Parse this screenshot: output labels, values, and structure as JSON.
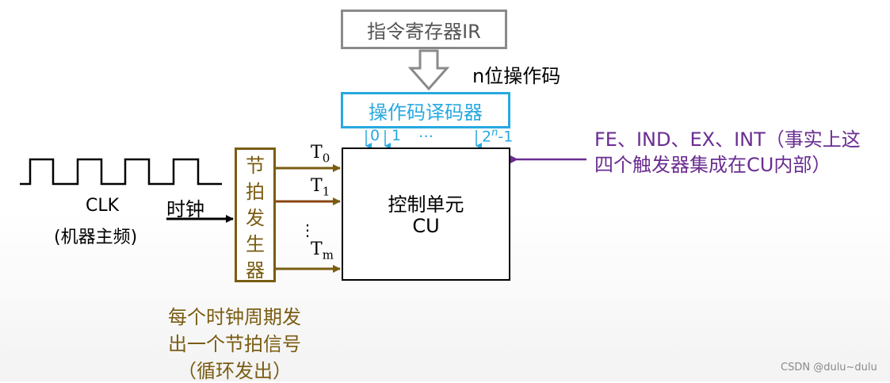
{
  "ir": {
    "label": "指令寄存器IR"
  },
  "opcode": {
    "label": "n位操作码"
  },
  "decoder": {
    "label": "操作码译码器",
    "out0": "0",
    "out1": "1",
    "dots": "…",
    "outN_base": "2",
    "outN_exp": "n",
    "outN_tail": "-1"
  },
  "cu": {
    "name": "控制单元",
    "abbr": "CU"
  },
  "flags": {
    "line1": "FE、IND、EX、INT（事实上这",
    "line2": "四个触发器集成在CU内部）"
  },
  "generator": {
    "chars": [
      "节",
      "拍",
      "发",
      "生",
      "器"
    ]
  },
  "timing": {
    "t0_main": "T",
    "t0_sub": "0",
    "t1_main": "T",
    "t1_sub": "1",
    "vdots": "⋮",
    "tm_main": "T",
    "tm_sub": "m"
  },
  "clk": {
    "label": "CLK",
    "desc": "(机器主频)",
    "clock": "时钟"
  },
  "note": {
    "line1": "每个时钟周期发",
    "line2": "出一个节拍信号",
    "line3": "（循环发出）"
  },
  "watermark": "CSDN @dulu~dulu",
  "colors": {
    "ir_border": "#8a8a8a",
    "decoder": "#27a9e1",
    "generator": "#7a5c12",
    "flags": "#6a2d91",
    "wire_t0": "#7a5c12",
    "wire_t1": "#8b4513",
    "wire_tm": "#7a5c12"
  }
}
